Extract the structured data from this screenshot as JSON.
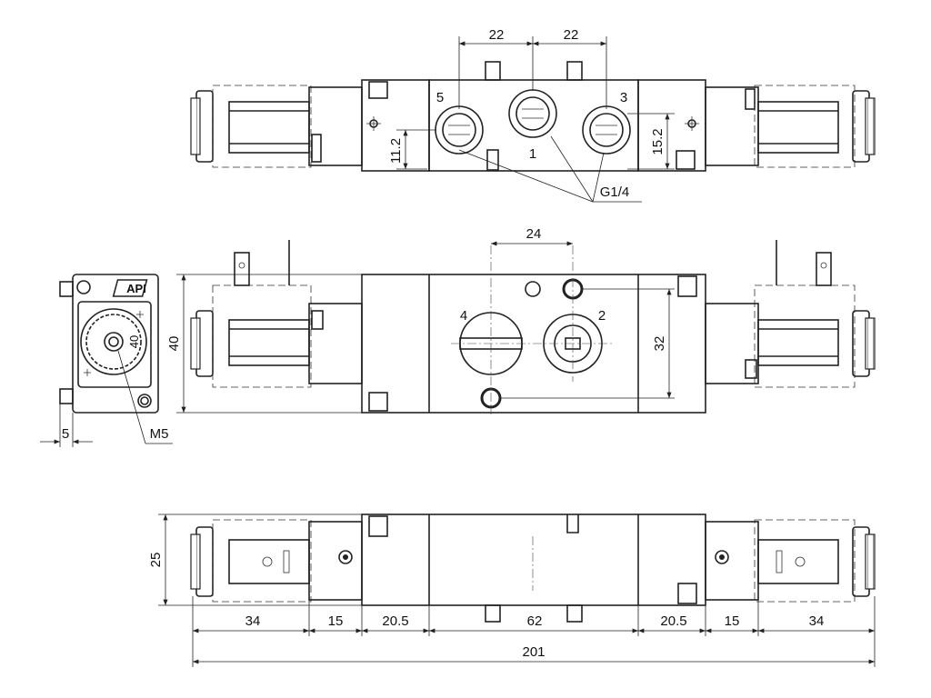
{
  "top_view": {
    "dim_22_left": "22",
    "dim_22_right": "22",
    "port_5": "5",
    "port_1": "1",
    "port_3": "3",
    "dim_11_2": "11.2",
    "dim_15_2": "15.2",
    "thread": "G1/4"
  },
  "front_view": {
    "dim_24": "24",
    "port_4": "4",
    "port_2": "2",
    "dim_32": "32"
  },
  "end_view": {
    "logo": "API",
    "dim_40_inner": "40",
    "dim_40": "40",
    "dim_5": "5",
    "thread_m5": "M5"
  },
  "bottom_view": {
    "dim_25": "25",
    "seg_34_left": "34",
    "seg_15_left": "15",
    "seg_20_5_left": "20.5",
    "seg_62": "62",
    "seg_20_5_right": "20.5",
    "seg_15_right": "15",
    "seg_34_right": "34",
    "total_201": "201"
  }
}
